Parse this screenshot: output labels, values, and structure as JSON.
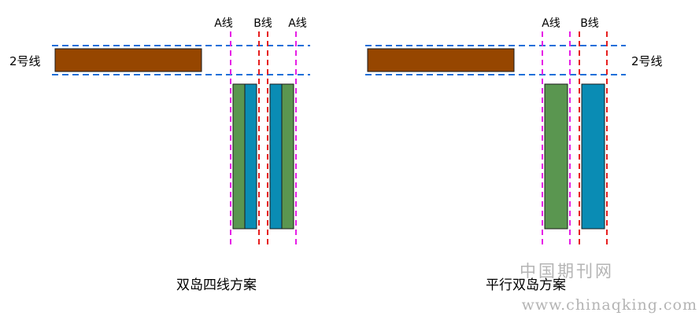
{
  "colors": {
    "track_blue": "#1e6fd9",
    "line_a_magenta": "#e61ee6",
    "line_b_red": "#e61e1e",
    "existing_line_brown": "#964600",
    "platform_green": "#5a9650",
    "platform_blue": "#0a8cb4",
    "watermark_gray": "#b4b4b4"
  },
  "left": {
    "line2_label": "2号线",
    "line_a_label_1": "A线",
    "line_b_label": "B线",
    "line_a_label_2": "A线",
    "caption": "双岛四线方案"
  },
  "right": {
    "line_a_label": "A线",
    "line_b_label": "B线",
    "line2_label": "2号线",
    "caption": "平行双岛方案"
  },
  "watermark": {
    "cn": "中国期刊网",
    "url": "www.chinaqking.com"
  }
}
